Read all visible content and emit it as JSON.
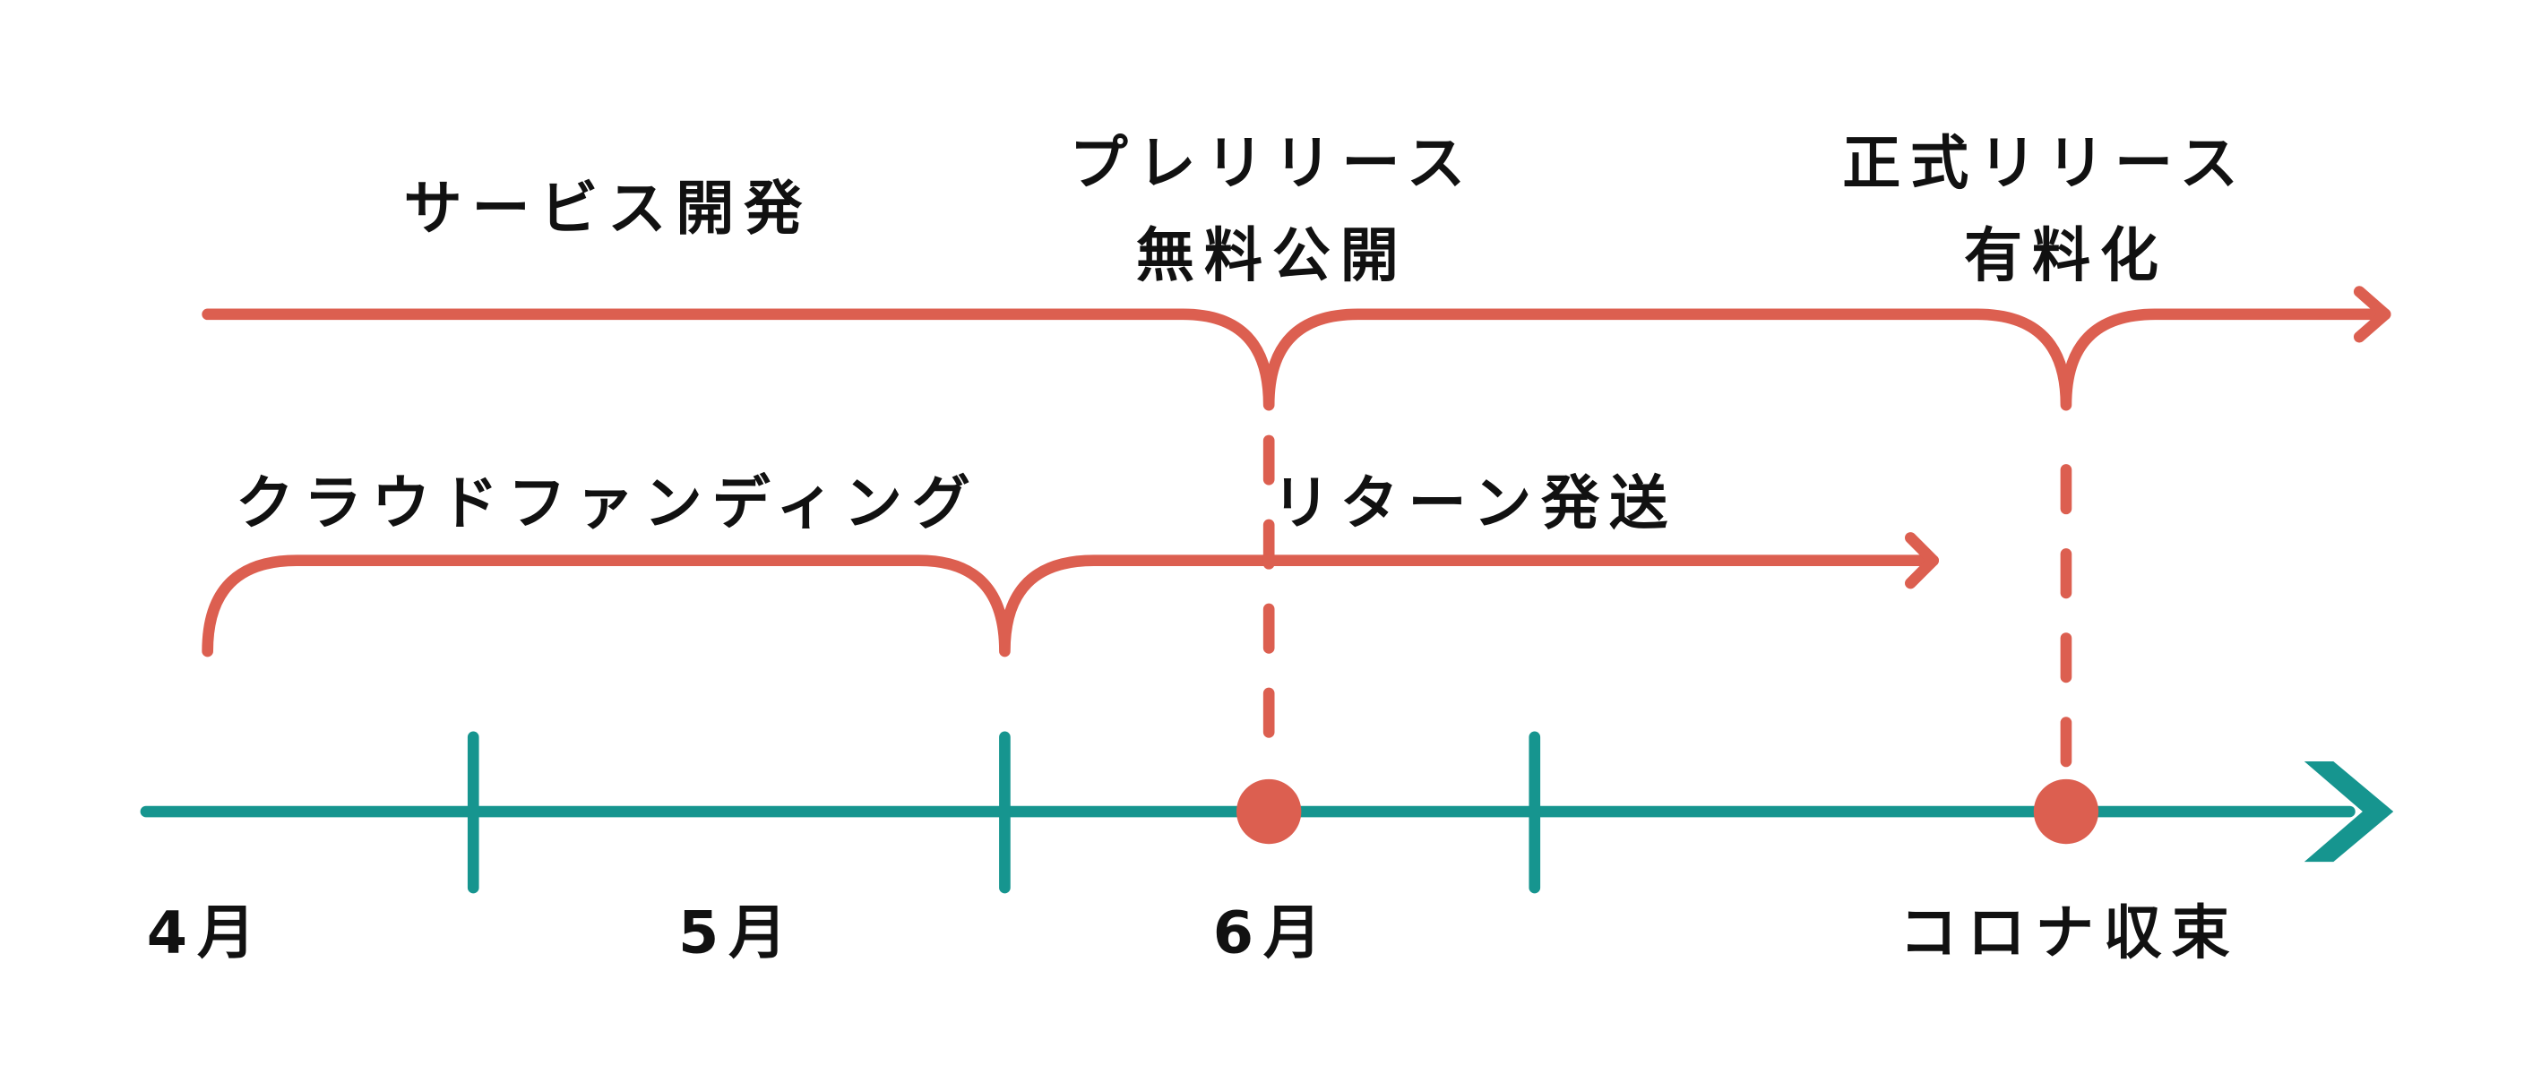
{
  "colors": {
    "plan": "#DC5F50",
    "axis": "#16958F",
    "text": "#111111"
  },
  "phases": {
    "service_dev": "サービス開発",
    "pre_release_line1": "プレリリース",
    "pre_release_line2": "無料公開",
    "official_release_line1": "正式リリース",
    "official_release_line2": "有料化",
    "crowdfunding": "クラウドファンディング",
    "return_shipping": "リターン発送"
  },
  "axis": {
    "months": [
      "4月",
      "5月",
      "6月"
    ],
    "milestone": "コロナ収束"
  }
}
